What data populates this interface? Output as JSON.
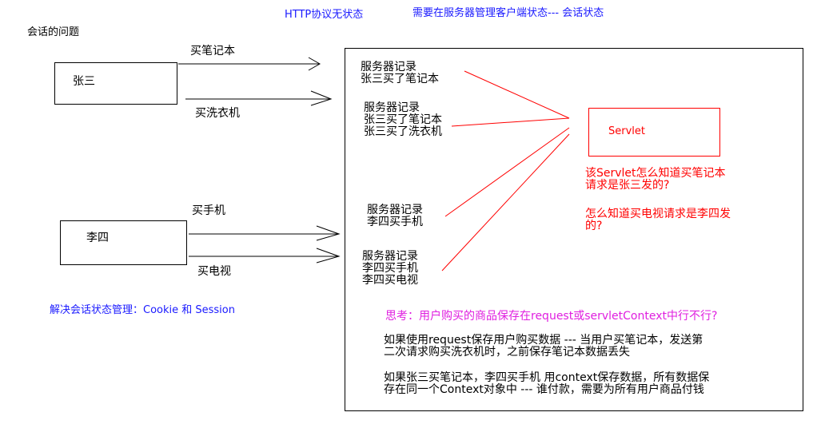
{
  "header": {
    "http_stateless": "HTTP协议无状态",
    "need_manage": "需要在服务器管理客户端状态--- 会话状态"
  },
  "session_problem": "会话的问题",
  "client_zhangsan": {
    "name": "张三",
    "req1": "买笔记本",
    "req2": "买洗衣机"
  },
  "client_lisi": {
    "name": "李四",
    "req1": "买手机",
    "req2": "买电视"
  },
  "solution": "解决会话状态管理：Cookie 和 Session",
  "server": {
    "record1": [
      "服务器记录",
      "张三买了笔记本"
    ],
    "record2": [
      "服务器记录",
      "张三买了笔记本",
      "张三买了洗衣机"
    ],
    "record3": [
      "服务器记录",
      "李四买手机"
    ],
    "record4": [
      "服务器记录",
      "李四买手机",
      "李四买电视"
    ],
    "servlet": "Servlet",
    "question1": [
      "该Servlet怎么知道买笔记本",
      "请求是张三发的?"
    ],
    "question2": [
      "怎么知道买电视请求是李四发",
      "的?"
    ],
    "think": "思考：用户购买的商品保存在request或servletContext中行不行?",
    "answer1": [
      "如果使用request保存用户购买数据 --- 当用户买笔记本，发送第",
      "二次请求购买洗衣机时，之前保存笔记本数据丢失"
    ],
    "answer2": [
      "如果张三买笔记本，李四买手机 用context保存数据，所有数据保",
      "存在同一个Context对象中 --- 谁付款，需要为所有用户商品付钱"
    ]
  },
  "colors": {
    "text": "#000000",
    "blue": "#1a1aff",
    "red": "#ff0000",
    "magenta": "#e020e0"
  }
}
